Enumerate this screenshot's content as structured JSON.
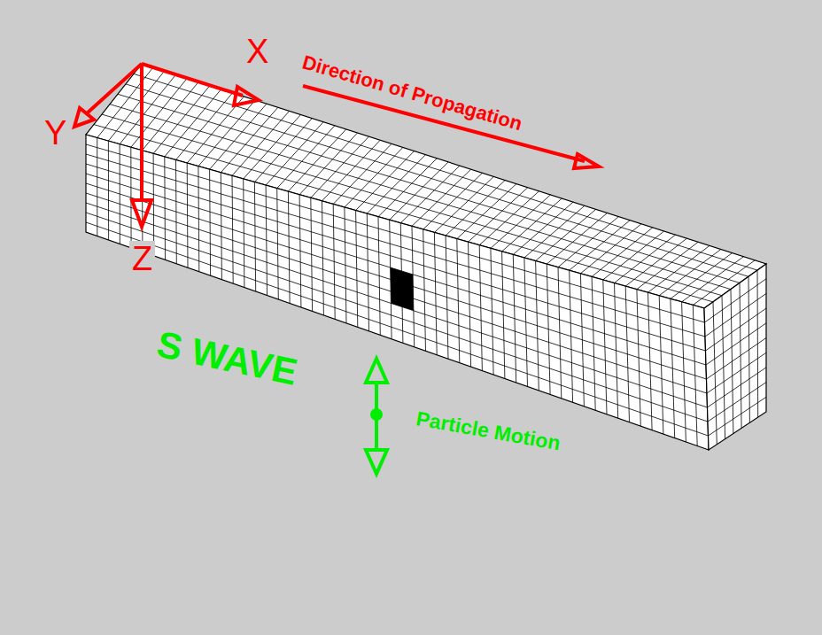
{
  "diagram": {
    "labels": [
      "X",
      "Y",
      "Z",
      "Direction of Propagation",
      "S WAVE",
      "Particle Motion"
    ]
  }
}
